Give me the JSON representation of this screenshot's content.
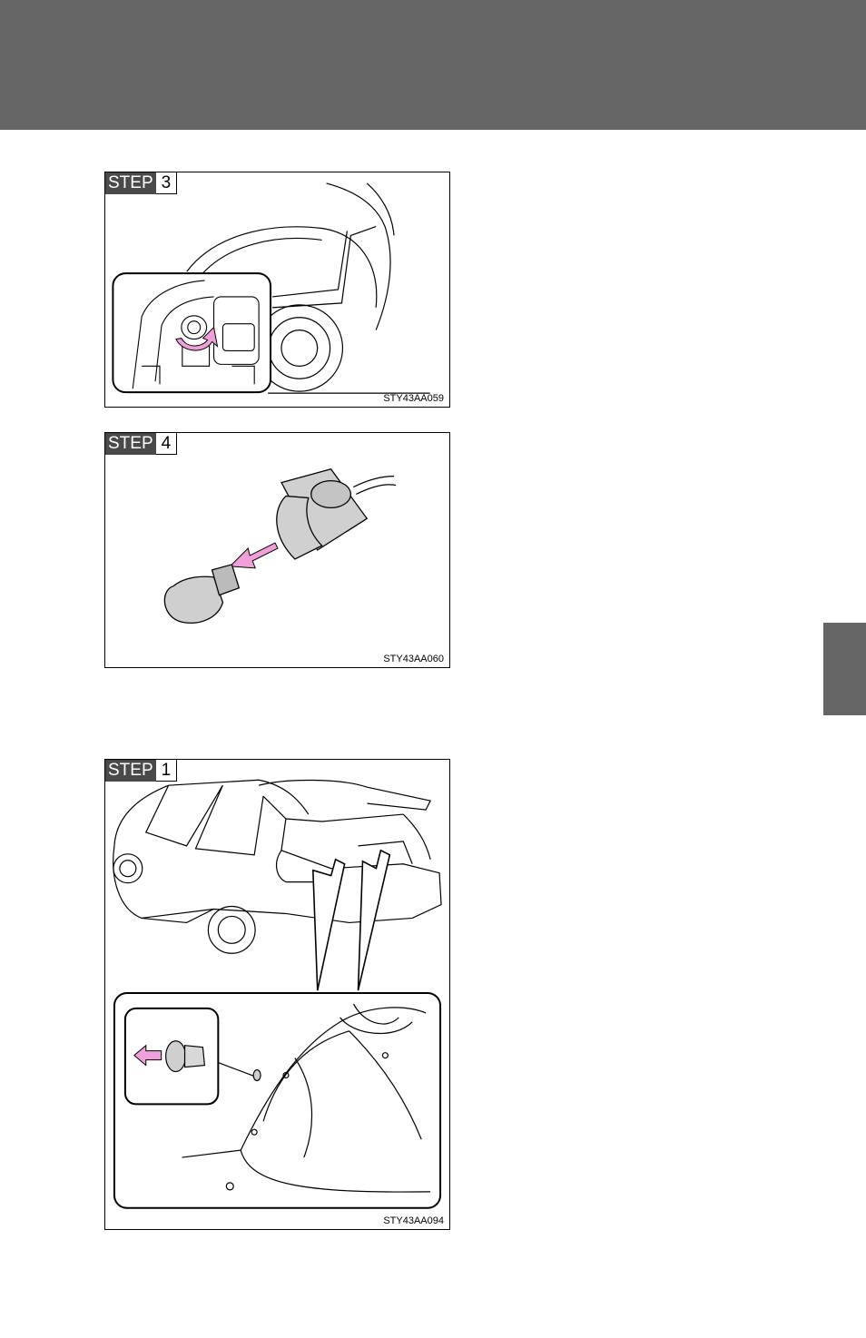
{
  "figures": [
    {
      "step_word": "STEP",
      "step_number": "3",
      "code": "STY43AA059"
    },
    {
      "step_word": "STEP",
      "step_number": "4",
      "code": "STY43AA060"
    },
    {
      "step_word": "STEP",
      "step_number": "1",
      "code": "STY43AA094"
    }
  ],
  "colors": {
    "header": "#666666",
    "arrow": "#f0a0d8",
    "step_bg": "#4a4a4a"
  }
}
